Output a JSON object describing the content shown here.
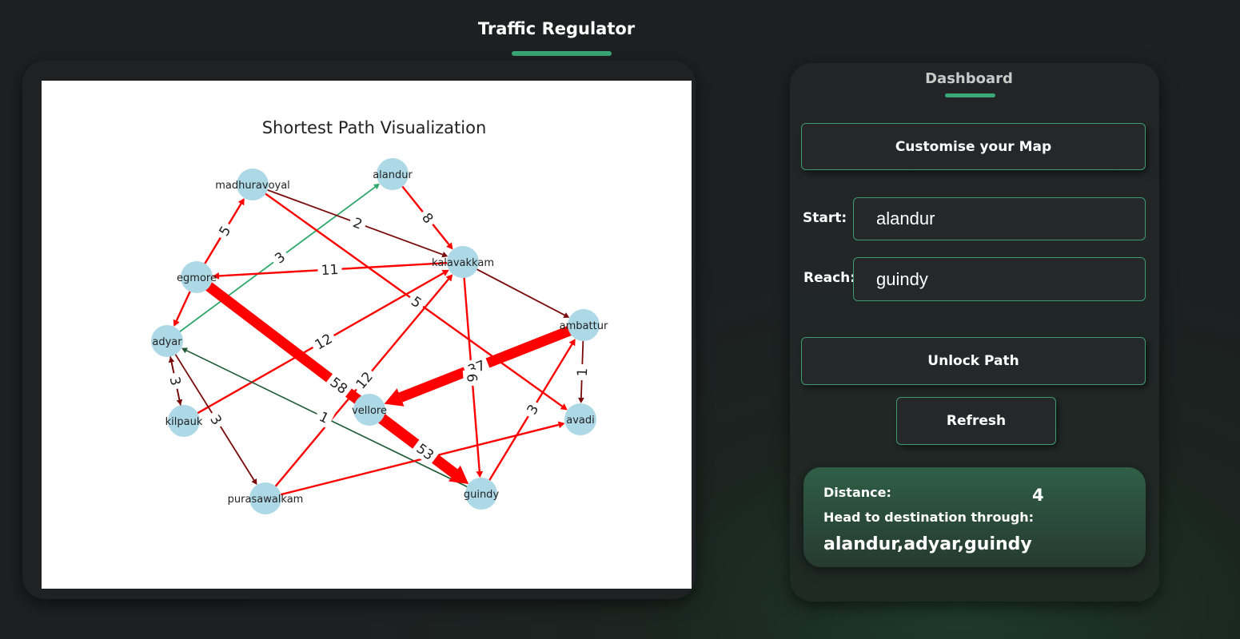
{
  "header": {
    "title": "Traffic Regulator"
  },
  "colors": {
    "accent": "#3aa876",
    "edge_red": "#ff0000",
    "edge_dark": "#7a0a0a",
    "edge_green": "#2ea86a",
    "node": "#add8e6"
  },
  "graph": {
    "title": "Shortest Path Visualization",
    "nodes": [
      {
        "id": "madhuravoyal",
        "label": "madhuravoyal"
      },
      {
        "id": "alandur",
        "label": "alandur"
      },
      {
        "id": "egmore",
        "label": "egmore"
      },
      {
        "id": "kalavakkam",
        "label": "kalavakkam"
      },
      {
        "id": "adyar",
        "label": "adyar"
      },
      {
        "id": "ambattur",
        "label": "ambattur"
      },
      {
        "id": "kilpauk",
        "label": "kilpauk"
      },
      {
        "id": "vellore",
        "label": "vellore"
      },
      {
        "id": "avadi",
        "label": "avadi"
      },
      {
        "id": "purasawalkam",
        "label": "purasawalkam"
      },
      {
        "id": "guindy",
        "label": "guindy"
      }
    ],
    "edges": [
      {
        "source": "egmore",
        "target": "madhuravoyal",
        "weight": "5",
        "color": "red"
      },
      {
        "source": "alandur",
        "target": "kalavakkam",
        "weight": "8",
        "color": "red"
      },
      {
        "source": "adyar",
        "target": "alandur",
        "weight": "3",
        "color": "green"
      },
      {
        "source": "madhuravoyal",
        "target": "kalavakkam",
        "weight": "2",
        "color": "dark"
      },
      {
        "source": "kalavakkam",
        "target": "egmore",
        "weight": "11",
        "color": "red"
      },
      {
        "source": "madhuravoyal",
        "target": "avadi",
        "weight": "5",
        "color": "red"
      },
      {
        "source": "egmore",
        "target": "adyar",
        "weight": "",
        "color": "red"
      },
      {
        "source": "egmore",
        "target": "guindy",
        "weight": "58",
        "color": "red_thick"
      },
      {
        "source": "kilpauk",
        "target": "kalavakkam",
        "weight": "12",
        "color": "red"
      },
      {
        "source": "kalavakkam",
        "target": "ambattur",
        "weight": "",
        "color": "dark"
      },
      {
        "source": "adyar",
        "target": "kilpauk",
        "weight": "3",
        "color": "dark"
      },
      {
        "source": "kilpauk",
        "target": "adyar",
        "weight": "",
        "color": "dark"
      },
      {
        "source": "adyar",
        "target": "purasawalkam",
        "weight": "3",
        "color": "dark"
      },
      {
        "source": "guindy",
        "target": "adyar",
        "weight": "1",
        "color": "darkgreen"
      },
      {
        "source": "purasawalkam",
        "target": "kalavakkam",
        "weight": "12",
        "color": "red"
      },
      {
        "source": "ambattur",
        "target": "vellore",
        "weight": "37",
        "color": "red_thick"
      },
      {
        "source": "kalavakkam",
        "target": "guindy",
        "weight": "6",
        "color": "red"
      },
      {
        "source": "vellore",
        "target": "guindy",
        "weight": "53",
        "color": "red_thick"
      },
      {
        "source": "guindy",
        "target": "ambattur",
        "weight": "3",
        "color": "red"
      },
      {
        "source": "ambattur",
        "target": "avadi",
        "weight": "1",
        "color": "dark"
      },
      {
        "source": "purasawalkam",
        "target": "avadi",
        "weight": "",
        "color": "red"
      }
    ]
  },
  "dashboard": {
    "title": "Dashboard",
    "customise_label": "Customise your Map",
    "start_label": "Start:",
    "start_value": "alandur",
    "reach_label": "Reach:",
    "reach_value": "guindy",
    "unlock_label": "Unlock Path",
    "refresh_label": "Refresh"
  },
  "result": {
    "distance_label": "Distance:",
    "distance_value": "4",
    "through_label": "Head to destination through:",
    "path": "alandur,adyar,guindy"
  }
}
